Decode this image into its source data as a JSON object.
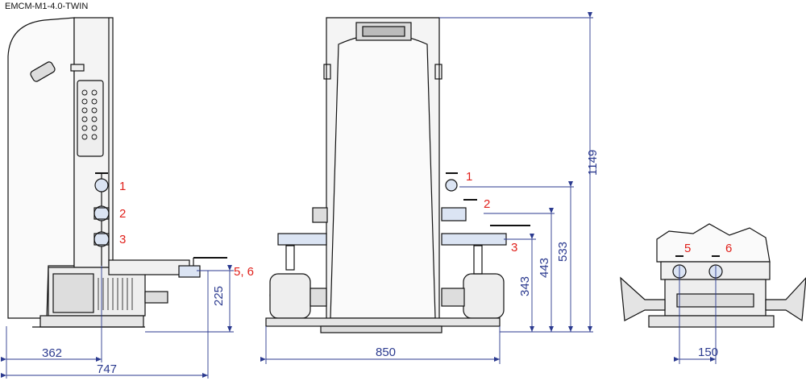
{
  "drawing_title": "EMCM-M1-4.0-TWIN",
  "colors": {
    "dimension": "#2b3a8f",
    "callout": "#e0201b",
    "outline": "#111111"
  },
  "side_view": {
    "callouts": [
      "1",
      "2",
      "3",
      "5, 6"
    ],
    "dimensions": {
      "height_outlet": "225",
      "width_front": "362",
      "depth_total": "747"
    }
  },
  "front_view": {
    "callouts": [
      "1",
      "2",
      "3"
    ],
    "dimensions": {
      "h_inlet_low": "343",
      "h_inlet_mid": "443",
      "h_inlet_high": "533",
      "h_total": "1149",
      "width": "850"
    }
  },
  "top_view": {
    "callouts": [
      "5",
      "6"
    ],
    "dimensions": {
      "spacing": "150"
    }
  }
}
